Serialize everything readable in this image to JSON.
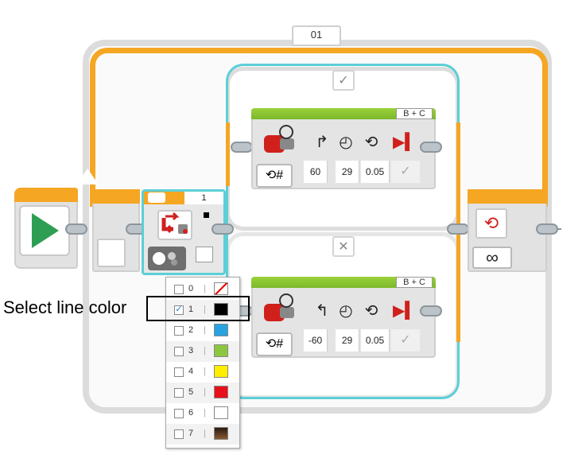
{
  "loop": {
    "label": "01",
    "end_symbol": "∞"
  },
  "switch_block": {
    "case_value": "1",
    "true_tab": "✓",
    "false_tab": "✕"
  },
  "steering_top": {
    "ports": "B + C",
    "steering": "60",
    "power": "29",
    "rotations": "0.05",
    "brake": "✓"
  },
  "steering_bottom": {
    "ports": "B + C",
    "steering": "-60",
    "power": "29",
    "rotations": "0.05",
    "brake": "✓"
  },
  "color_menu": {
    "items": [
      {
        "num": "0",
        "color": "none",
        "checked": false
      },
      {
        "num": "1",
        "color": "#000000",
        "checked": true
      },
      {
        "num": "2",
        "color": "#29a3e0",
        "checked": false
      },
      {
        "num": "3",
        "color": "#8cc63f",
        "checked": false
      },
      {
        "num": "4",
        "color": "#ffee00",
        "checked": false
      },
      {
        "num": "5",
        "color": "#e8101a",
        "checked": false
      },
      {
        "num": "6",
        "color": "#ffffff",
        "checked": false
      },
      {
        "num": "7",
        "color": "#5a3a22",
        "checked": false
      }
    ]
  },
  "callout": {
    "text": "Select line color"
  },
  "colors": {
    "accent_orange": "#f5a623",
    "switch_cyan": "#5ccfd6",
    "steering_green": "#8cc63f",
    "start_green": "#2e9e54"
  }
}
